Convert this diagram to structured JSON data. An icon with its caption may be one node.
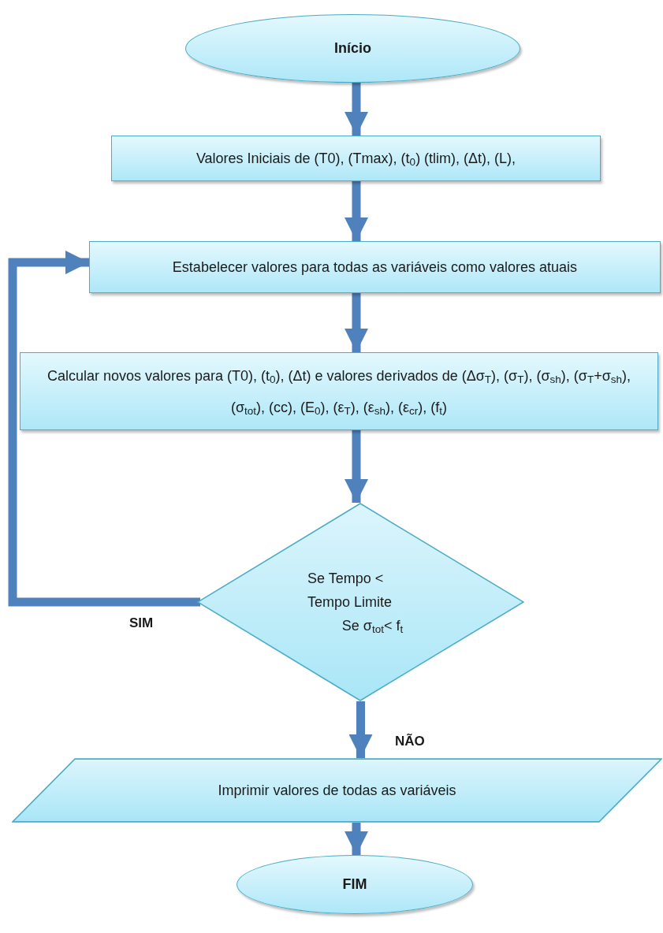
{
  "diagram": {
    "nodes": [
      {
        "text": [
          "Início"
        ]
      },
      {
        "text": [
          "Valores Iniciais de (T0), (Tmax), (t$_{0}$) (tlim), (Δt), (L),"
        ]
      },
      {
        "text": [
          "Estabelecer valores para todas as variáveis como valores atuais"
        ]
      },
      {
        "text": [
          "Calcular novos valores para (T0), (t$_{0}$), (Δt) e valores derivados de (Δσ$_{T}$), (σ$_{T}$), (σ$_{sh}$), (σ$_{T}$+σ$_{sh}$), (σ$_{tot}$), (cc), (E$_{0}$), (ε$_{T}$), (ε$_{sh}$), (ε$_{cr}$), (f$_{t}$)"
        ]
      },
      {
        "text": [
          "Se Tempo < Tempo Limite",
          "Se σ$_{tot}$< f$_{t}$"
        ]
      },
      {
        "text": [
          "Imprimir valores de todas as variáveis"
        ]
      },
      {
        "text": [
          "FIM"
        ]
      }
    ],
    "edges": [
      {
        "from": 0,
        "to": 1,
        "arrow": "to"
      },
      {
        "from": 1,
        "to": 2,
        "arrow": "to"
      },
      {
        "from": 2,
        "to": 3,
        "arrow": "to"
      },
      {
        "from": 3,
        "to": 4,
        "arrow": "to"
      },
      {
        "from": 4,
        "to": 2,
        "arrow": "to",
        "label": "SIM"
      },
      {
        "from": 4,
        "to": 5,
        "arrow": "to",
        "label": "NÃO"
      },
      {
        "from": 5,
        "to": 6,
        "arrow": "to"
      }
    ]
  }
}
